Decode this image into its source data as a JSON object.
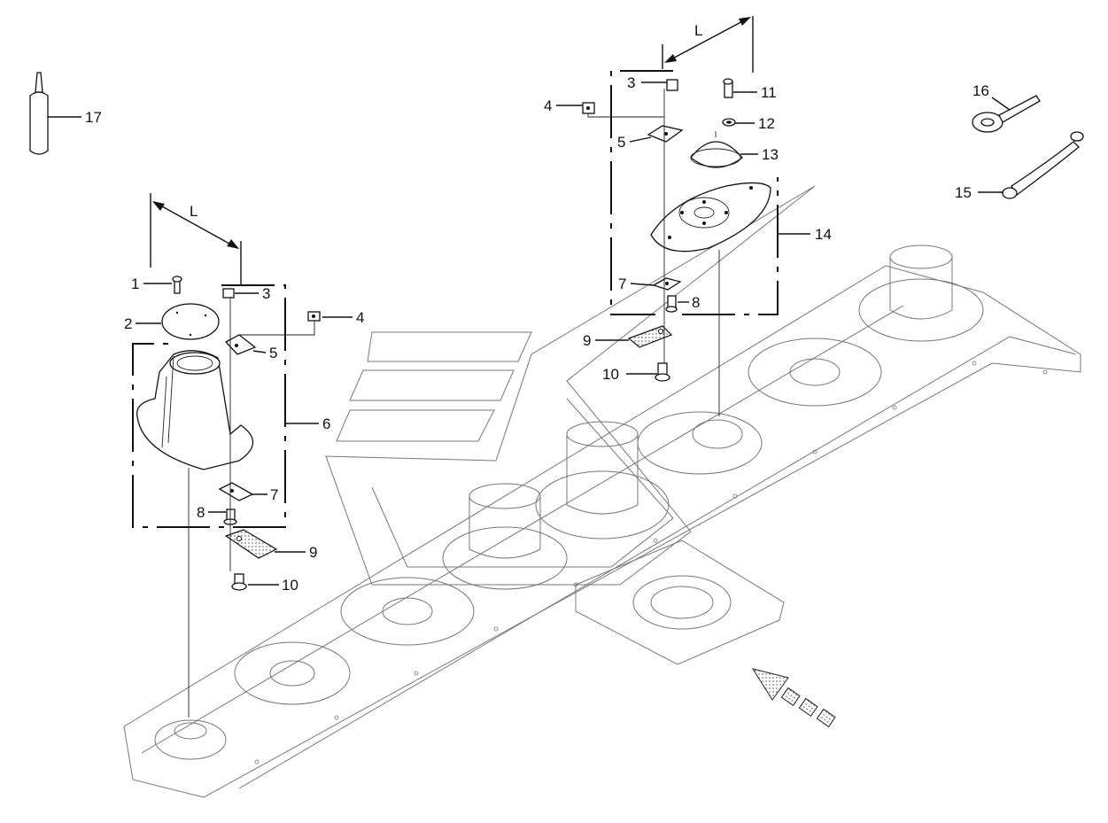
{
  "callouts": {
    "c1": "1",
    "c2": "2",
    "c3a": "3",
    "c3b": "3",
    "c4a": "4",
    "c4b": "4",
    "c5a": "5",
    "c5b": "5",
    "c6": "6",
    "c7a": "7",
    "c7b": "7",
    "c8a": "8",
    "c8b": "8",
    "c9a": "9",
    "c9b": "9",
    "c10a": "10",
    "c10b": "10",
    "c11": "11",
    "c12": "12",
    "c13": "13",
    "c14": "14",
    "c15": "15",
    "c16": "16",
    "c17": "17"
  },
  "dimensions": {
    "left": "L",
    "right": "L"
  }
}
